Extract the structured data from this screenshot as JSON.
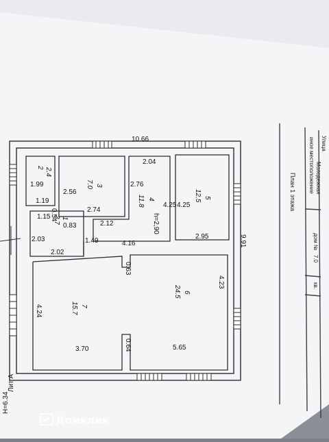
{
  "plan": {
    "floor_title": "План 1 этажа",
    "height_note": "h=2,90",
    "lit": "Лит А",
    "h_total": "H=6.34",
    "overall": {
      "width": "10.66",
      "depth": "9.91"
    },
    "rooms": [
      {
        "num": "1",
        "area": "3.7"
      },
      {
        "num": "2",
        "area": "2.4"
      },
      {
        "num": "3",
        "area": "7.0"
      },
      {
        "num": "4",
        "area": "11.8"
      },
      {
        "num": "5",
        "area": "12.5"
      },
      {
        "num": "6",
        "area": "24.5"
      },
      {
        "num": "7",
        "area": "15.7"
      }
    ],
    "dims": {
      "r2_w": "1.19",
      "r2_h": "1.99",
      "r3_w": "2.74",
      "r3_h": "2.56",
      "r4_top": "2.04",
      "r4_left": "2.76",
      "r4_right": "4.25",
      "r4_bottom": "2.12",
      "r4_bottom2": "4.16",
      "r5_right": "4.25",
      "r5_bottom": "2.95",
      "r1_a": "1.15",
      "r1_b": "0.54",
      "r1_c": "0.83",
      "r1_h": "2.03",
      "r1_w": "2.02",
      "corr": "1.49",
      "r6_right": "4.23",
      "r6_bottom": "5.65",
      "wall_a": "0.63",
      "wall_b": "0.64",
      "r7_left": "4.24",
      "r7_bottom": "3.70"
    }
  },
  "stamp": {
    "street_label": "Улица",
    "street_value": "Молодежная",
    "location_label": "иное местоположение",
    "house_label": "дом №",
    "house_value": "7.0",
    "kv_label": "кв."
  },
  "watermark": "Домклик"
}
